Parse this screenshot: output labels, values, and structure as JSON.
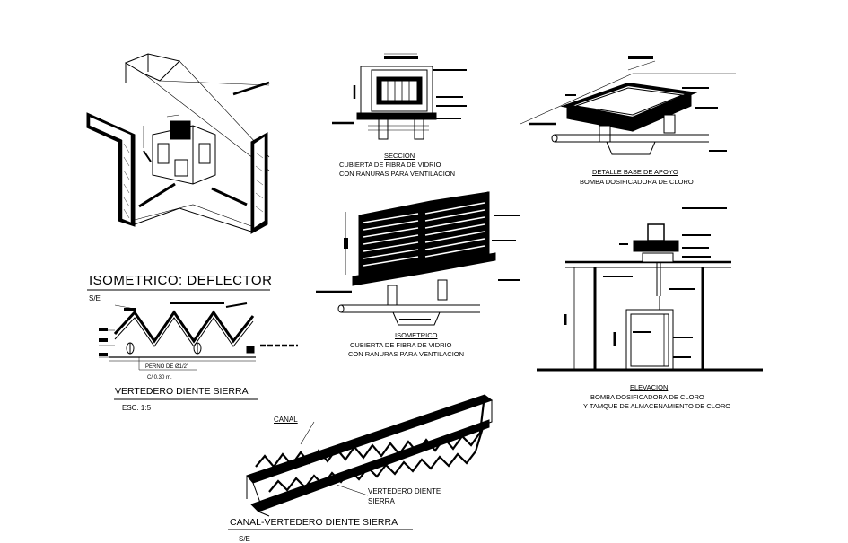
{
  "isometrico_deflector": {
    "title": "ISOMETRICO: DEFLECTOR",
    "scale": "S/E"
  },
  "vertedero": {
    "note_perno": "PERNO DE Ø1/2\"",
    "note_spacing": "C/ 0.30 m.",
    "title": "VERTEDERO DIENTE  SIERRA",
    "scale": "ESC. 1:5"
  },
  "seccion": {
    "title": "SECCION",
    "line1": "CUBIERTA DE FIBRA DE VIDRIO",
    "line2": "CON RANURAS PARA VENTILACION"
  },
  "isometrico": {
    "title": "ISOMETRICO",
    "line1": "CUBIERTA DE FIBRA DE VIDRIO",
    "line2": "CON RANURAS PARA VENTILACION"
  },
  "detalle_base": {
    "title": "DETALLE  BASE DE APOYO",
    "line1": "BOMBA DOSIFICADORA DE CLORO"
  },
  "elevacion": {
    "title": "ELEVACION",
    "line1": "BOMBA DOSIFICADORA DE CLORO",
    "line2": "Y TAMQUE DE ALMACENAMIENTO DE CLORO"
  },
  "canal": {
    "label_canal": "CANAL",
    "label_vertedero_1": "VERTEDERO DIENTE",
    "label_vertedero_2": "SIERRA",
    "title": "CANAL-VERTEDERO DIENTE  SIERRA",
    "scale": "S/E"
  }
}
